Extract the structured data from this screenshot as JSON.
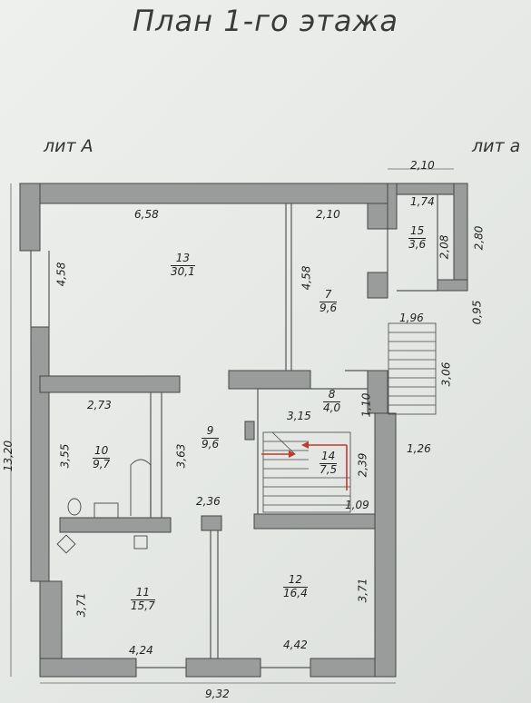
{
  "title": "План 1-го этажа",
  "lit_a_upper": "лит А",
  "lit_a_lower": "лит а",
  "rooms": [
    {
      "num": "13",
      "area": "30,1"
    },
    {
      "num": "7",
      "area": "9,6"
    },
    {
      "num": "15",
      "area": "3,6"
    },
    {
      "num": "8",
      "area": "4,0"
    },
    {
      "num": "9",
      "area": "9,6"
    },
    {
      "num": "10",
      "area": "9,7"
    },
    {
      "num": "14",
      "area": "7,5"
    },
    {
      "num": "11",
      "area": "15,7"
    },
    {
      "num": "12",
      "area": "16,4"
    }
  ],
  "dims": {
    "top_210": "2,10",
    "d658": "6,58",
    "d210b": "2,10",
    "d174": "1,74",
    "d280": "2,80",
    "d208": "2,08",
    "d458l": "4,58",
    "d458r": "4,58",
    "d095": "0,95",
    "d196": "1,96",
    "d306": "3,06",
    "d273": "2,73",
    "d315": "3,15",
    "d110": "1,10",
    "d355": "3,55",
    "d363": "3,63",
    "d239": "2,39",
    "d126": "1,26",
    "d236": "2,36",
    "d109": "1,09",
    "d1320": "13,20",
    "d371l": "3,71",
    "d371r": "3,71",
    "d424": "4,24",
    "d442": "4,42",
    "d932": "9,32"
  }
}
